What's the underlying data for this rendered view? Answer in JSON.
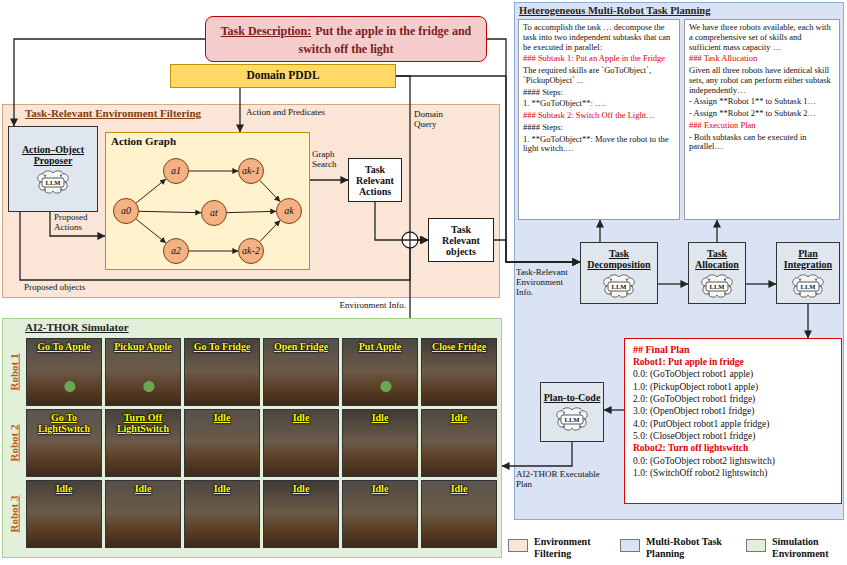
{
  "diagram": {
    "nodes": [
      {
        "text": [
          "Task Description:",
          "Put the apple in the fridge and switch off the light"
        ]
      },
      {
        "text": [
          "Domain PDDL"
        ]
      },
      {
        "text": [
          "Task-Relevant Environment Filtering"
        ]
      },
      {
        "text": [
          "Action–Object Proposer"
        ],
        "in": 2
      },
      {
        "text": [
          "Action Graph"
        ],
        "in": 2
      },
      {
        "text": [
          "a0"
        ],
        "in": 4
      },
      {
        "text": [
          "a1"
        ],
        "in": 4
      },
      {
        "text": [
          "a2"
        ],
        "in": 4
      },
      {
        "text": [
          "at"
        ],
        "in": 4
      },
      {
        "text": [
          "ak-1"
        ],
        "in": 4
      },
      {
        "text": [
          "ak-2"
        ],
        "in": 4
      },
      {
        "text": [
          "ak"
        ],
        "in": 4
      },
      {
        "text": [
          "Task Relevant Actions"
        ],
        "in": 2
      },
      {
        "text": [
          "Task Relevant objects"
        ],
        "in": 2
      },
      {
        "text": [
          "Heterogeneous Multi-Robot Task Planning"
        ]
      },
      {
        "text": [
          "To accomplish the task … decompose the task into two independent subtasks that can be executed in parallel:",
          "### Subtask 1: Put an Apple in the Fridge",
          "The required skills are `GoToObject`, `PickupObject` ...",
          "#### Steps:",
          "1. **GoToObject**: ….",
          "### Subtask 2: Switch Off the Light…",
          "#### Steps:",
          "1. **GoToObject**: Move the robot to the light switch.…"
        ],
        "in": 14
      },
      {
        "text": [
          "We have three robots available, each with a comprehensive set of skills and sufficient mass capacity …",
          "### Task Allocation",
          "Given all three robots have identical skill sets, any robot can perform either subtask independently…",
          "- Assign **Robot 1** to Subtask 1…",
          "- Assign **Robot 2** to Subtask 2…",
          "### Execution Plan",
          "- Both subtasks can be executed in parallel…"
        ],
        "in": 14
      },
      {
        "text": [
          "Task Decomposition"
        ],
        "in": 14
      },
      {
        "text": [
          "Task Allocation"
        ],
        "in": 14
      },
      {
        "text": [
          "Plan Integration"
        ],
        "in": 14
      },
      {
        "text": [
          "## Final Plan",
          "Robot1: Put apple in fridge",
          "0.0: (GoToObject robot1 apple)",
          "1.0: (PickupObject robot1 apple)",
          "2.0: (GoToObject robot1 fridge)",
          "3.0: (OpenObject robot1 fridge)",
          "4.0: (PutObject robot1 apple fridge)",
          "5.0: (CloseObject robot1 fridge)",
          "Robot2: Turn off lightswitch",
          "0.0: (GoToObject robot2 lightswitch)",
          "1.0: (SwitchOff robot2 lightswitch)"
        ],
        "in": 14
      },
      {
        "text": [
          "Plan-to-Code"
        ],
        "in": 14
      },
      {
        "text": [
          "AI2-THOR Simulator",
          "Robot 1",
          "Robot 2",
          "Robot 3"
        ]
      },
      {
        "text": [
          "Go To Apple"
        ],
        "in": 22
      },
      {
        "text": [
          "Pickup Apple"
        ],
        "in": 22
      },
      {
        "text": [
          "Go To Fridge"
        ],
        "in": 22
      },
      {
        "text": [
          "Open Fridge"
        ],
        "in": 22
      },
      {
        "text": [
          "Put Apple"
        ],
        "in": 22
      },
      {
        "text": [
          "Close Fridge"
        ],
        "in": 22
      },
      {
        "text": [
          "Go To LightSwitch"
        ],
        "in": 22
      },
      {
        "text": [
          "Turn Off LightSwitch"
        ],
        "in": 22
      },
      {
        "text": [
          "Idle"
        ],
        "in": 22
      },
      {
        "text": [
          "Idle"
        ],
        "in": 22
      },
      {
        "text": [
          "Idle"
        ],
        "in": 22
      },
      {
        "text": [
          "Idle"
        ],
        "in": 22
      },
      {
        "text": [
          "Idle"
        ],
        "in": 22
      },
      {
        "text": [
          "Idle"
        ],
        "in": 22
      },
      {
        "text": [
          "Idle"
        ],
        "in": 22
      },
      {
        "text": [
          "Idle"
        ],
        "in": 22
      },
      {
        "text": [
          "Idle"
        ],
        "in": 22
      },
      {
        "text": [
          "Idle"
        ],
        "in": 22
      }
    ],
    "edges": [
      {
        "from": 0,
        "to": 3,
        "arrow": "to"
      },
      {
        "from": 0,
        "to": 17,
        "arrow": "to"
      },
      {
        "from": 1,
        "to": 4,
        "label": "Action and Predicates",
        "arrow": "to"
      },
      {
        "from": 1,
        "to": 13,
        "label": "Domain Query",
        "arrow": "to"
      },
      {
        "from": 1,
        "to": 17,
        "arrow": "to"
      },
      {
        "from": 3,
        "to": 4,
        "label": "Proposed Actions",
        "arrow": "to"
      },
      {
        "from": 3,
        "to": 13,
        "label": "Proposed objects",
        "arrow": "to"
      },
      {
        "from": 4,
        "to": 12,
        "label": "Graph Search",
        "arrow": "to"
      },
      {
        "from": 12,
        "to": 13,
        "arrow": "to"
      },
      {
        "from": 22,
        "to": 13,
        "label": "Environment Info.",
        "arrow": "to"
      },
      {
        "from": 13,
        "to": 17,
        "label": "Task-Relevant Environment Info.",
        "arrow": "to"
      },
      {
        "from": 17,
        "to": 15,
        "arrow": "to"
      },
      {
        "from": 17,
        "to": 18,
        "arrow": "to"
      },
      {
        "from": 18,
        "to": 16,
        "arrow": "to"
      },
      {
        "from": 18,
        "to": 19,
        "arrow": "to"
      },
      {
        "from": 19,
        "to": 20,
        "arrow": "to"
      },
      {
        "from": 20,
        "to": 21,
        "arrow": "to"
      },
      {
        "from": 21,
        "to": 22,
        "label": "AI2-THOR Executable Plan",
        "arrow": "to"
      },
      {
        "from": 5,
        "to": 6,
        "arrow": "to"
      },
      {
        "from": 5,
        "to": 8,
        "arrow": "to"
      },
      {
        "from": 5,
        "to": 7,
        "arrow": "to"
      },
      {
        "from": 6,
        "to": 9,
        "arrow": "to"
      },
      {
        "from": 9,
        "to": 11,
        "arrow": "to"
      },
      {
        "from": 8,
        "to": 11,
        "arrow": "to"
      },
      {
        "from": 7,
        "to": 10,
        "arrow": "to"
      },
      {
        "from": 10,
        "to": 11,
        "arrow": "to"
      }
    ],
    "labels": [
      "LLM",
      "LLM",
      "LLM",
      "LLM",
      "LLM"
    ],
    "legend": [
      {
        "text": "Environment Filtering",
        "color": "#fbe5d6"
      },
      {
        "text": "Multi-Robot Task Planning",
        "color": "#dae3f3"
      },
      {
        "text": "Simulation Environment",
        "color": "#e2f0d9"
      }
    ]
  }
}
